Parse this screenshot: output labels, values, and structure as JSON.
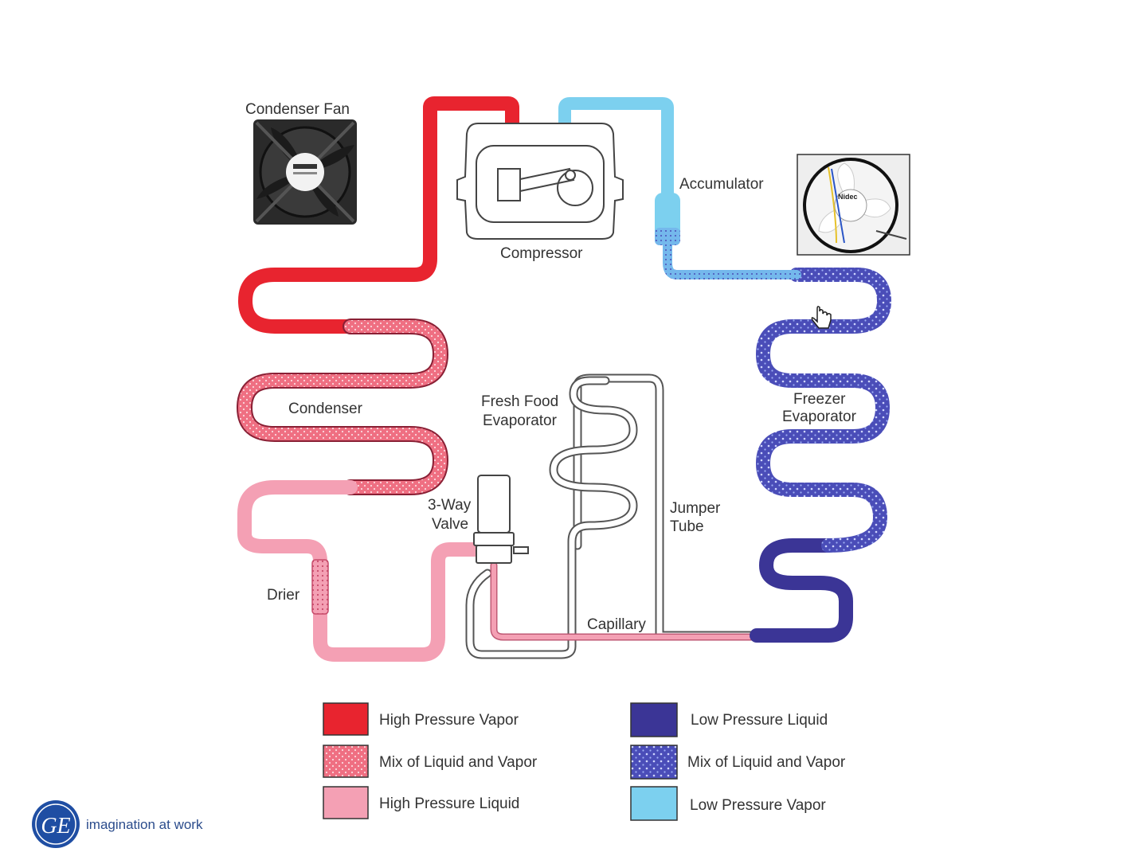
{
  "labels": {
    "condenser_fan": "Condenser Fan",
    "compressor": "Compressor",
    "accumulator": "Accumulator",
    "condenser": "Condenser",
    "fresh_food_evaporator_1": "Fresh Food",
    "fresh_food_evaporator_2": "Evaporator",
    "freezer_evaporator_1": "Freezer",
    "freezer_evaporator_2": "Evaporator",
    "three_way_valve_1": "3-Way",
    "three_way_valve_2": "Valve",
    "jumper_tube_1": "Jumper",
    "jumper_tube_2": "Tube",
    "drier": "Drier",
    "capillary": "Capillary"
  },
  "legend": {
    "high_pressure_vapor": "High Pressure Vapor",
    "mix_hot": "Mix of Liquid and Vapor",
    "high_pressure_liquid": "High Pressure Liquid",
    "low_pressure_liquid": "Low Pressure Liquid",
    "mix_cold": "Mix of Liquid and Vapor",
    "low_pressure_vapor": "Low Pressure Vapor"
  },
  "logo": {
    "monogram": "GE",
    "tagline": "imagination at work"
  },
  "colors": {
    "high_pressure_vapor": "#e8242f",
    "mix_hot": "#ef6f82",
    "high_pressure_liquid": "#f4a0b4",
    "low_pressure_liquid": "#3b3596",
    "mix_cold": "#4a4db8",
    "low_pressure_vapor": "#7cd0ef",
    "brand_blue": "#1f4ea3"
  },
  "icons": {
    "condenser_fan": "fan-icon",
    "evaporator_fan": "fan-icon",
    "cursor": "hand-cursor-icon"
  }
}
